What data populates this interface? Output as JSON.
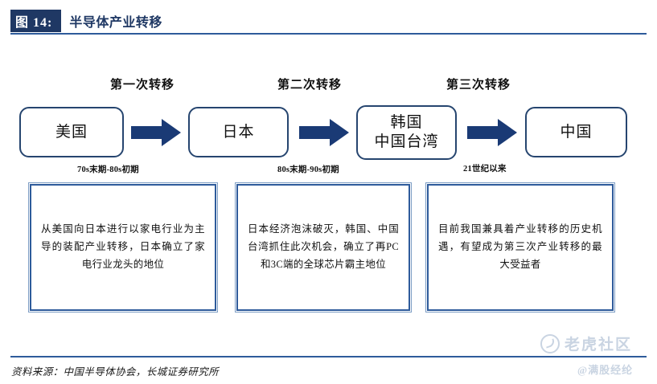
{
  "figure": {
    "badge": "图 14:",
    "title": "半导体产业转移"
  },
  "stages": [
    {
      "label": "第一次转移"
    },
    {
      "label": "第二次转移"
    },
    {
      "label": "第三次转移"
    }
  ],
  "nodes": [
    {
      "line1": "美国",
      "line2": ""
    },
    {
      "line1": "日本",
      "line2": ""
    },
    {
      "line1": "韩国",
      "line2": "中国台湾"
    },
    {
      "line1": "中国",
      "line2": ""
    }
  ],
  "arrows": [
    {
      "icon": "right-arrow-icon",
      "label": "70s末期-80s初期"
    },
    {
      "icon": "right-arrow-icon",
      "label": "80s末期-90s初期"
    },
    {
      "icon": "right-arrow-icon",
      "label": "21世纪以来"
    }
  ],
  "descriptions": [
    {
      "text": "从美国向日本进行以家电行业为主导的装配产业转移，日本确立了家电行业龙头的地位"
    },
    {
      "text": "日本经济泡沫破灭，韩国、中国台湾抓住此次机会，确立了再PC和3C端的全球芯片霸主地位"
    },
    {
      "text": "目前我国兼具着产业转移的历史机遇，有望成为第三次产业转移的最大受益者"
    }
  ],
  "footer": {
    "source": "资料来源：中国半导体协会，长城证券研究所"
  },
  "watermark": {
    "brand": "老虎社区",
    "handle": "@满股经纶",
    "logo_icon": "tiger-circle-icon"
  },
  "colors": {
    "accent_navy": "#1f3864",
    "rule_blue": "#2e5b9b",
    "arrow_blue": "#1a3a75",
    "box_border": "#26456f",
    "watermark_gray": "#c9d4e2"
  }
}
